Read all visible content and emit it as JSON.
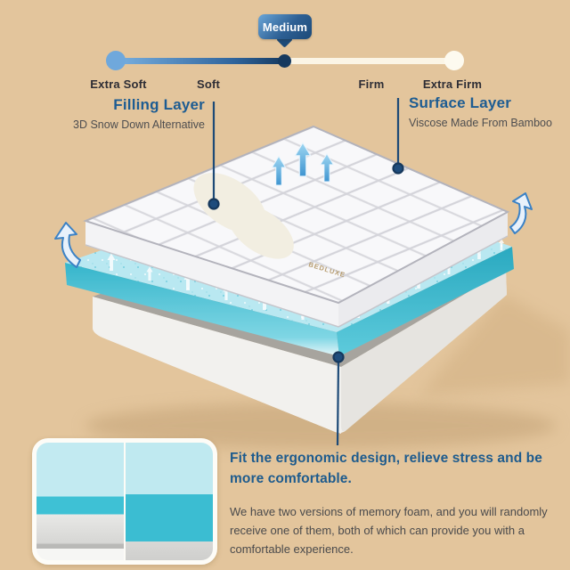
{
  "background_color": "#e3c59c",
  "firmness_scale": {
    "selected_label": "Medium",
    "labels": [
      "Extra Soft",
      "Soft",
      "Firm",
      "Extra Firm"
    ],
    "colors": {
      "badge_gradient_start": "#6aa6d8",
      "badge_gradient_end": "#1c4a78",
      "track_gradient_start": "#79b0e0",
      "track_gradient_end": "#16395e",
      "track_remainder": "#fbf5e6",
      "dot_left": "#6fa8dc",
      "dot_mid": "#16395e",
      "dot_right": "#fdfaef",
      "label_text": "#2d2d35"
    }
  },
  "callouts": {
    "filling": {
      "title": "Filling Layer",
      "subtitle": "3D Snow Down Alternative"
    },
    "surface": {
      "title": "Surface Layer",
      "subtitle": "Viscose Made From Bamboo"
    }
  },
  "mattress": {
    "brand_tag": "BEDLUXE",
    "layer_colors": {
      "topper_fabric": "#f8f8fa",
      "quilt_seam": "#d9d9de",
      "filling_cutaway": "#f2eee1",
      "foam_top": "#b9e8f1",
      "foam_edge_teal": "#35b5cb",
      "base_white": "#f0efec",
      "base_top_gray": "#a7a49e",
      "leader_line": "#1d4a77",
      "breathability_arrow_blue": "#4aa0d8",
      "foam_arrow_white": "#ffffff"
    }
  },
  "footer": {
    "headline": "Fit the ergonomic design, relieve stress and be more comfortable.",
    "body": "We have two versions of memory foam, and you will randomly receive one of them, both of which can provide you with a comfortable experience.",
    "headline_color": "#1e5b8d",
    "body_color": "#4a4a4c"
  }
}
